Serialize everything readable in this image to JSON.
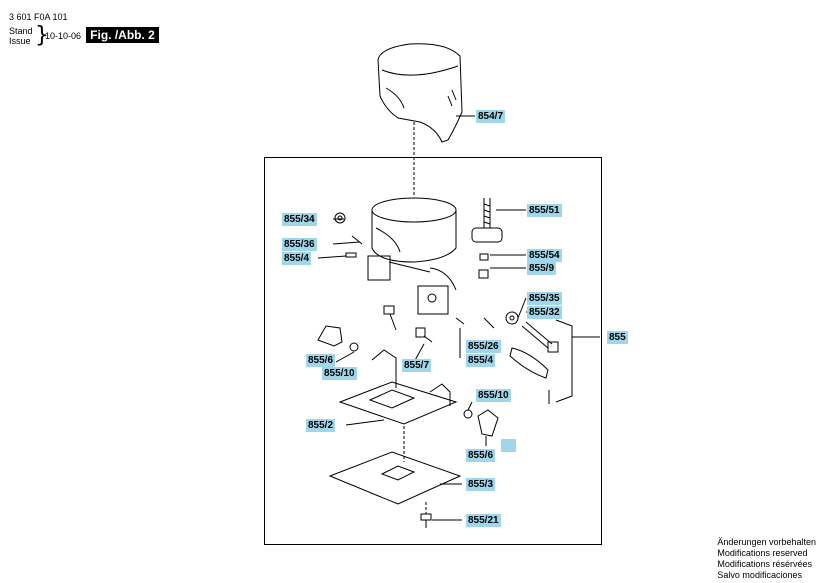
{
  "header": {
    "part_number": "3 601 F0A 101",
    "stand_label": "Stand",
    "issue_label": "Issue",
    "date": "10-10-06",
    "figure": "Fig. /Abb. 2"
  },
  "callouts": {
    "c854_7": "854/7",
    "c855_34": "855/34",
    "c855_36": "855/36",
    "c855_4_top": "855/4",
    "c855_51": "855/51",
    "c855_54": "855/54",
    "c855_9": "855/9",
    "c855_35": "855/35",
    "c855_32": "855/32",
    "c855": "855",
    "c855_6_left": "855/6",
    "c855_10_left": "855/10",
    "c855_7": "855/7",
    "c855_26": "855/26",
    "c855_4_mid": "855/4",
    "c855_10_right": "855/10",
    "c855_2": "855/2",
    "c855_6_right": "855/6",
    "c855_3": "855/3",
    "c855_21": "855/21"
  },
  "notes": {
    "line1": "Änderungen vorbehalten",
    "line2": "Modifications reserved",
    "line3": "Modifications résérvées",
    "line4": "Salvo modificaciones"
  },
  "colors": {
    "callout_fill": "#9fd6ea",
    "ink": "#000000"
  }
}
